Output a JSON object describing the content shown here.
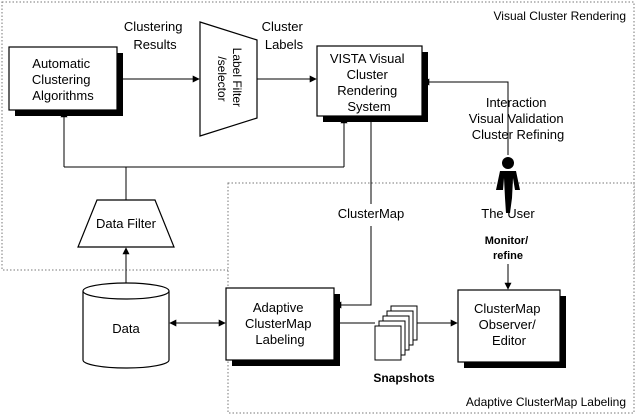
{
  "regions": {
    "visual_cluster_rendering": "Visual Cluster Rendering",
    "adaptive_clustermap_labeling": "Adaptive ClusterMap Labeling"
  },
  "nodes": {
    "auto_clustering": [
      "Automatic",
      "Clustering",
      "Algorithms"
    ],
    "label_filter": [
      "Label Filter",
      "/selector"
    ],
    "vista": [
      "VISTA Visual",
      "Cluster",
      "Rendering",
      "System"
    ],
    "data_filter": "Data Filter",
    "data": "Data",
    "adaptive_labeling": [
      "Adaptive",
      "ClusterMap",
      "Labeling"
    ],
    "observer": [
      "ClusterMap",
      "Observer/",
      "Editor"
    ],
    "user": "The User"
  },
  "edge_labels": {
    "clustering_results": [
      "Clustering",
      "Results"
    ],
    "cluster_labels": [
      "Cluster",
      "Labels"
    ],
    "interaction": [
      "Interaction",
      "Visual Validation",
      "Cluster Refining"
    ],
    "clustermap": "ClusterMap",
    "monitor_refine": [
      "Monitor/",
      "refine"
    ],
    "snapshots": "Snapshots"
  }
}
